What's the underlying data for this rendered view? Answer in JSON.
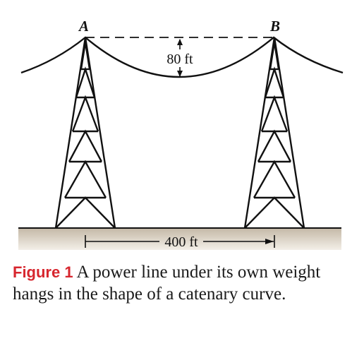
{
  "figure": {
    "point_a": "A",
    "point_b": "B",
    "sag_label": "80 ft",
    "span_label": "400 ft",
    "caption_number": "Figure 1",
    "caption_text": "A power line under its own weight hangs in the shape of a catenary curve."
  },
  "colors": {
    "ground_top": "#c4b8a6",
    "ground_bottom": "#f3efe8",
    "line": "#111111",
    "caption_accent": "#d7262e"
  }
}
